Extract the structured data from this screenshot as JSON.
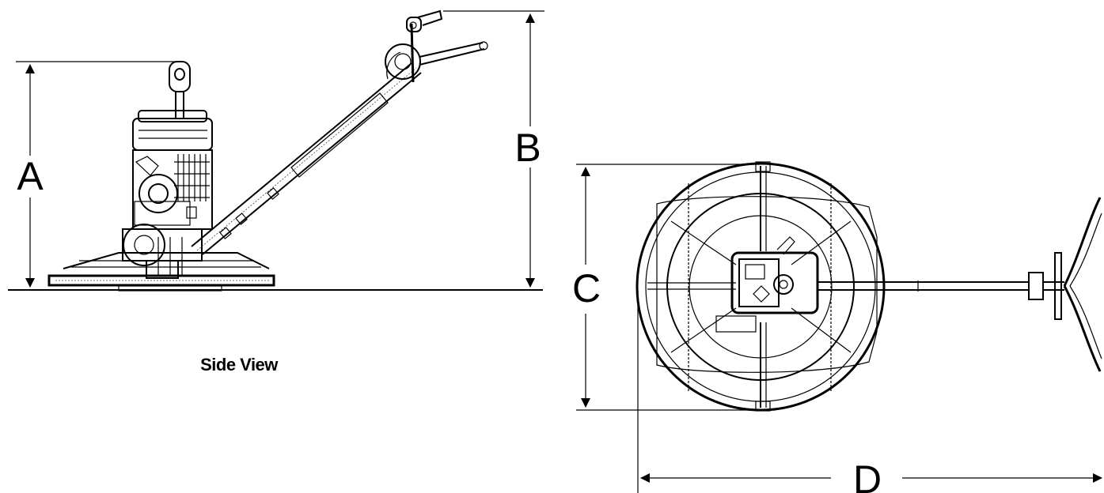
{
  "diagram": {
    "labels": {
      "dim_a": "A",
      "dim_b": "B",
      "dim_c": "C",
      "dim_d": "D",
      "side_view": "Side View"
    }
  }
}
